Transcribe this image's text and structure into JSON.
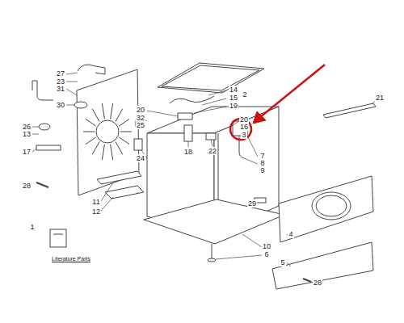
{
  "diagram": {
    "labels": [
      "27",
      "23",
      "31",
      "30",
      "26",
      "13",
      "17",
      "28",
      "14",
      "2",
      "15",
      "19",
      "20",
      "16",
      "3",
      "20",
      "32",
      "25",
      "24",
      "18",
      "22",
      "7",
      "8",
      "9",
      "21",
      "11",
      "12",
      "29",
      "1",
      "Literature Parts",
      "4",
      "10",
      "6",
      "5",
      "28"
    ]
  }
}
